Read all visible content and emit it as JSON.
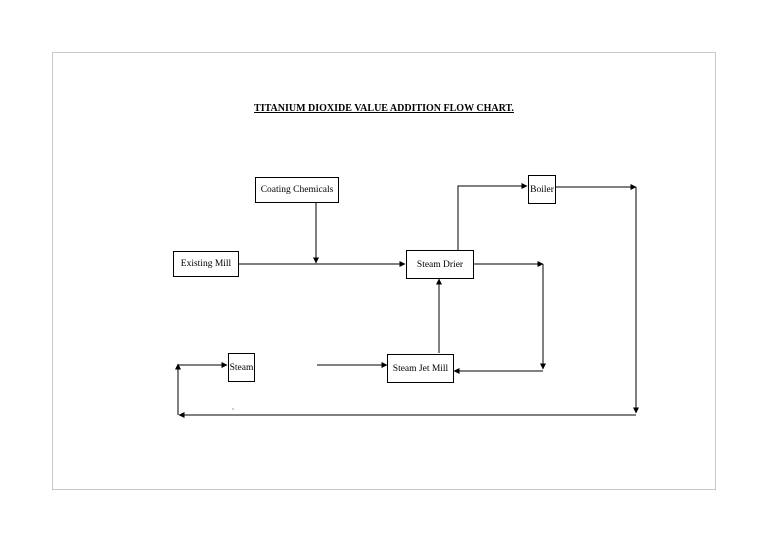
{
  "diagram": {
    "title": "TITANIUM DIOXIDE VALUE ADDITION FLOW CHART.",
    "nodes": {
      "coating_chemicals": "Coating Chemicals",
      "existing_mill": "Existing Mill",
      "steam_drier": "Steam Drier",
      "boiler": "Boiler",
      "steam": "Steam",
      "steam_jet_mill": "Steam Jet Mill"
    }
  }
}
